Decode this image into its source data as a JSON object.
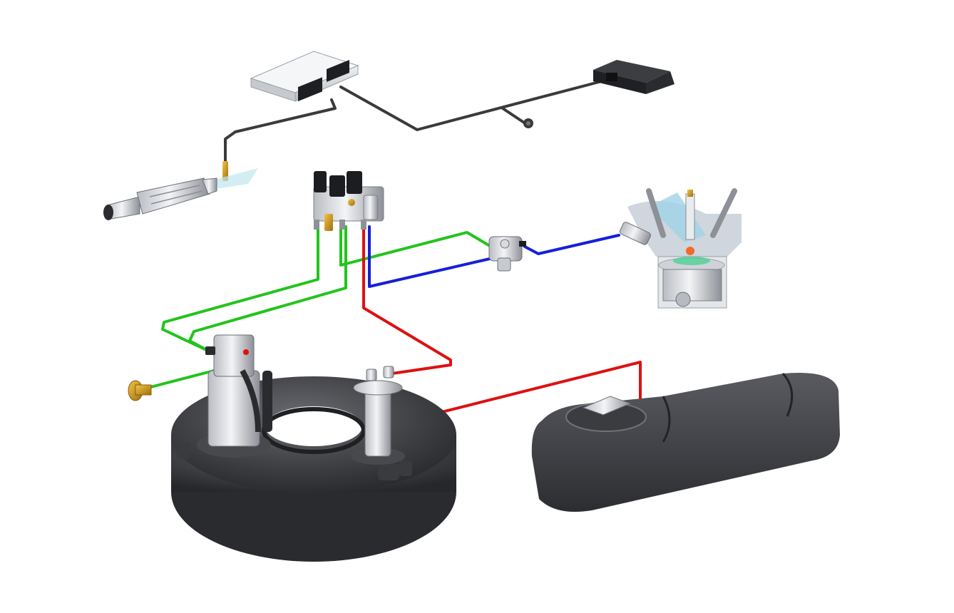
{
  "diagram": {
    "components": [
      {
        "id": "ecu",
        "icon": "ecu-control-unit-icon"
      },
      {
        "id": "wiring-connector",
        "icon": "wiring-connector-icon"
      },
      {
        "id": "lambda-sensor",
        "icon": "oxygen-sensor-icon"
      },
      {
        "id": "catalytic-converter",
        "icon": "catalytic-converter-icon"
      },
      {
        "id": "valve-block",
        "icon": "solenoid-valve-block-icon"
      },
      {
        "id": "pressure-regulator",
        "icon": "pressure-regulator-icon"
      },
      {
        "id": "engine-cylinder",
        "icon": "engine-cylinder-cutaway-icon"
      },
      {
        "id": "filler-valve",
        "icon": "filler-valve-icon"
      },
      {
        "id": "toroidal-tank",
        "icon": "toroidal-gas-tank-icon"
      },
      {
        "id": "tank-multivalve",
        "icon": "tank-multivalve-icon"
      },
      {
        "id": "tank-sender",
        "icon": "tank-sender-unit-icon"
      },
      {
        "id": "fuel-tank",
        "icon": "fuel-tank-icon"
      }
    ],
    "line_colors": {
      "gas_line": "#22c41c",
      "fuel_line": "#dd1111",
      "injection_line": "#1520d8",
      "wiring": "#3a3a3a"
    }
  }
}
